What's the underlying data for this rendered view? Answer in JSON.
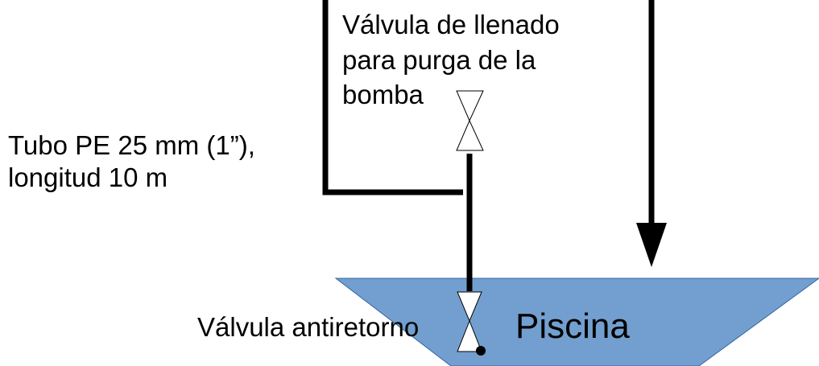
{
  "labels": {
    "fill_valve_line1": "Válvula de llenado",
    "fill_valve_line2": "para purga de la",
    "fill_valve_line3": "bomba",
    "pipe_line1": "Tubo PE 25 mm (1”),",
    "pipe_line2": "longitud 10 m",
    "check_valve": "Válvula antiretorno",
    "pool": "Piscina"
  },
  "colors": {
    "pool_fill": "#729fcf",
    "pool_stroke": "#3465a4",
    "line": "#000000",
    "background": "#ffffff"
  },
  "components": {
    "fill_valve": "gate-valve-symbol",
    "check_valve": "check-valve-symbol",
    "return_flow": "down-arrow"
  }
}
